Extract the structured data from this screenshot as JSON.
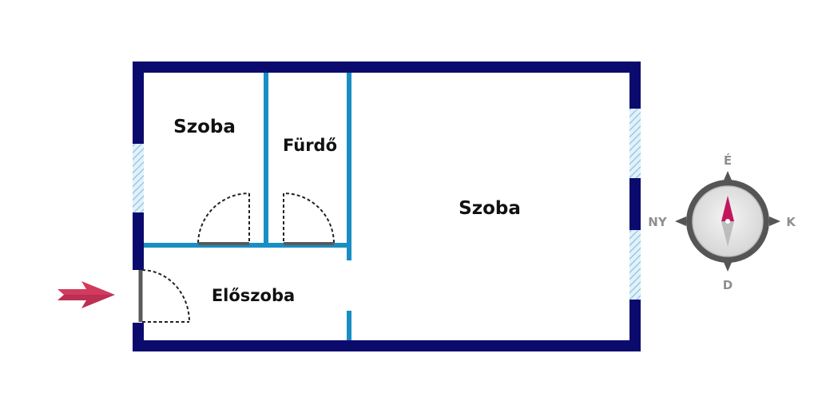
{
  "rooms": {
    "room_left": "Szoba",
    "bathroom": "Fürdő",
    "room_right": "Szoba",
    "hallway": "Előszoba"
  },
  "compass": {
    "north": "É",
    "south": "D",
    "east": "K",
    "west": "NY"
  },
  "colors": {
    "outer_wall": "#0b0b6e",
    "inner_wall": "#1a8ec4",
    "window": "#b7d9ee",
    "door_leaf": "#5a5a5a",
    "entrance_arrow": "#d23b5e",
    "compass_needle_north": "#c2185b",
    "compass_body": "#555555"
  }
}
